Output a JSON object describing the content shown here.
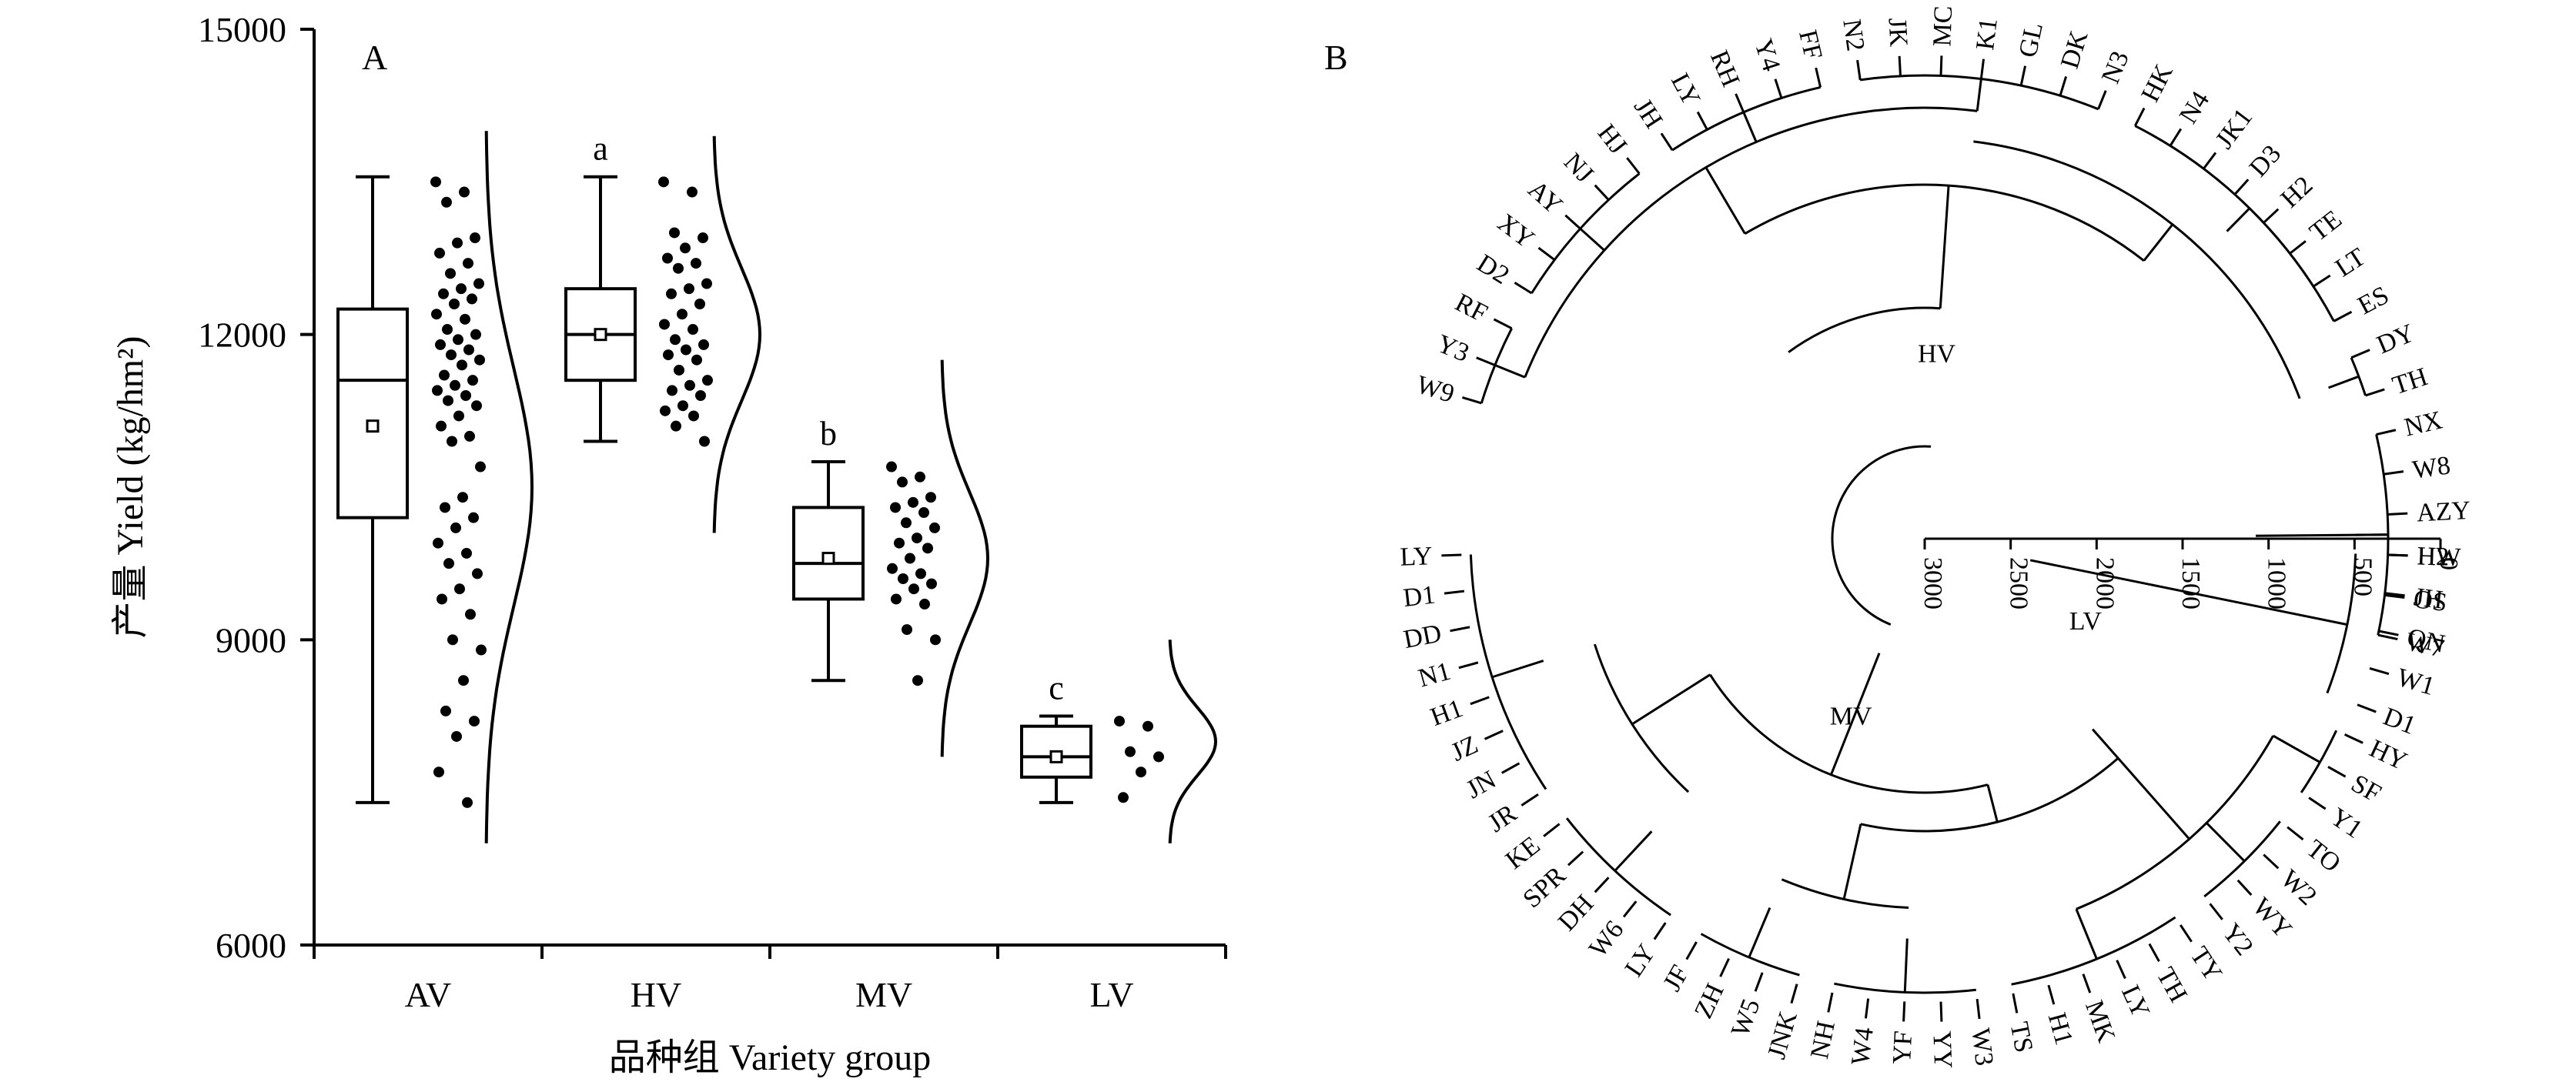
{
  "chart_data": [
    {
      "type": "box",
      "panel_label": "A",
      "xlabel": "品种组 Variety group",
      "ylabel": "产量 Yield (kg/hm²)",
      "ylim": [
        6000,
        15000
      ],
      "yticks": [
        "6000",
        "9000",
        "12000",
        "15000"
      ],
      "categories": [
        "AV",
        "HV",
        "MV",
        "LV"
      ],
      "boxes": [
        {
          "group": "AV",
          "min": 7400,
          "q1": 10200,
          "median": 11550,
          "q3": 12250,
          "max": 13550,
          "mean": 11100,
          "letter": ""
        },
        {
          "group": "HV",
          "min": 10950,
          "q1": 11550,
          "median": 12000,
          "q3": 12450,
          "max": 13550,
          "mean": 12000,
          "letter": "a"
        },
        {
          "group": "MV",
          "min": 8600,
          "q1": 9400,
          "median": 9750,
          "q3": 10300,
          "max": 10750,
          "mean": 9800,
          "letter": "b"
        },
        {
          "group": "LV",
          "min": 7400,
          "q1": 7650,
          "median": 7850,
          "q3": 8150,
          "max": 8250,
          "mean": 7850,
          "letter": "c"
        }
      ],
      "points": {
        "AV": [
          13500,
          13400,
          13300,
          12950,
          12900,
          12800,
          12700,
          12600,
          12500,
          12450,
          12400,
          12350,
          12300,
          12200,
          12150,
          12050,
          12000,
          11950,
          11900,
          11850,
          11800,
          11750,
          11700,
          11600,
          11550,
          11500,
          11450,
          11400,
          11350,
          11300,
          11200,
          11100,
          11000,
          10950,
          10700,
          10400,
          10300,
          10200,
          10100,
          9950,
          9850,
          9750,
          9650,
          9500,
          9400,
          9250,
          9000,
          8900,
          8600,
          8300,
          8200,
          8050,
          7700,
          7400
        ],
        "HV": [
          13500,
          13400,
          13000,
          12950,
          12850,
          12750,
          12700,
          12650,
          12500,
          12450,
          12400,
          12300,
          12200,
          12100,
          12050,
          11950,
          11900,
          11850,
          11800,
          11750,
          11650,
          11550,
          11500,
          11450,
          11400,
          11300,
          11250,
          11200,
          11100,
          10950
        ],
        "MV": [
          10700,
          10600,
          10550,
          10400,
          10350,
          10300,
          10250,
          10150,
          10100,
          10000,
          9950,
          9900,
          9800,
          9700,
          9650,
          9600,
          9550,
          9500,
          9400,
          9350,
          9100,
          9000,
          8600
        ],
        "LV": [
          8200,
          8150,
          7900,
          7850,
          7700,
          7450
        ]
      },
      "density_extent": {
        "AV": [
          7000,
          14000
        ],
        "HV": [
          10050,
          13950
        ],
        "MV": [
          7850,
          11750
        ],
        "LV": [
          7000,
          9000
        ]
      }
    },
    {
      "type": "dendrogram",
      "panel_label": "B",
      "radial_axis_ticks": [
        "3000",
        "2500",
        "2000",
        "1500",
        "1000",
        "500",
        "0"
      ],
      "groups": [
        {
          "name": "HV",
          "leaves": [
            "W9",
            "Y3",
            "RF",
            "D2",
            "XY",
            "AY",
            "NJ",
            "HJ",
            "JH",
            "LY",
            "RH",
            "Y4",
            "FF",
            "N2",
            "JK",
            "MC",
            "K1",
            "GL",
            "DK",
            "N3",
            "HK",
            "N4",
            "JK1",
            "D3",
            "H2",
            "TE",
            "LT",
            "ES",
            "DY",
            "TH",
            "NX",
            "W8",
            "AZY",
            "H2",
            "OS",
            "W7"
          ]
        },
        {
          "name": "LV",
          "leaves": [
            "HW",
            "JH",
            "QN",
            "W1",
            "D1"
          ]
        },
        {
          "name": "MV",
          "leaves": [
            "HY",
            "SF",
            "Y1",
            "TO",
            "W2",
            "WY",
            "Y2",
            "TY",
            "TH",
            "LY",
            "MK",
            "H1",
            "TS",
            "W3",
            "YY",
            "YF",
            "W4",
            "NH",
            "JNK",
            "W5",
            "ZH",
            "JF",
            "LY",
            "W6",
            "DH",
            "SPR",
            "KE",
            "JR",
            "JN",
            "JZ",
            "H1",
            "N1",
            "DD",
            "D1",
            "LY"
          ]
        }
      ]
    }
  ]
}
